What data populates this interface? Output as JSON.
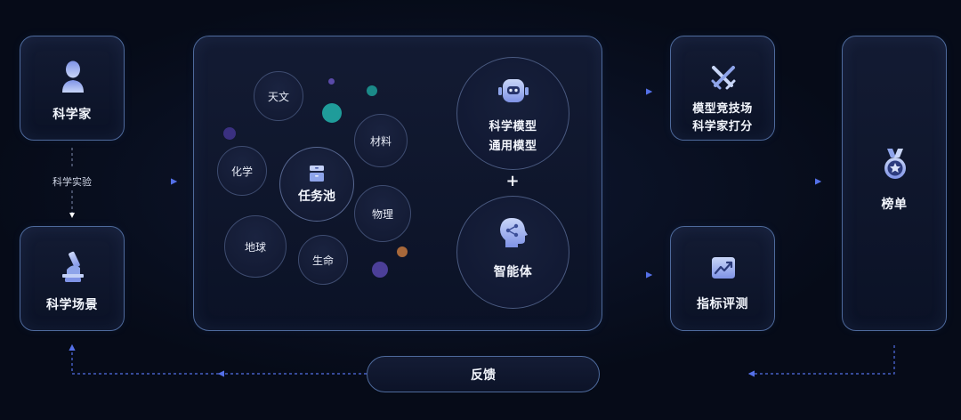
{
  "nodes": {
    "scientist": "科学家",
    "experiment": "科学实验",
    "scene": "科学场景",
    "task_pool": "任务池",
    "domains": [
      "天文",
      "材料",
      "化学",
      "物理",
      "地球",
      "生命"
    ],
    "model_line1": "科学模型",
    "model_line2": "通用模型",
    "plus": "+",
    "agent": "智能体",
    "arena_line1": "模型竞技场",
    "arena_line2": "科学家打分",
    "metric_eval": "指标评测",
    "leaderboard": "榜单",
    "feedback": "反馈"
  },
  "colors": {
    "accent_blue": "#5470e8",
    "icon_light": "#bfcdf6",
    "icon_mid": "#8aa1ea",
    "teal": "#1f9c9a",
    "purple": "#4c3f98",
    "orange": "#a8683a",
    "border": "#4e6a9c"
  },
  "icons": [
    "person-icon",
    "microscope-icon",
    "drawer-icon",
    "robot-icon",
    "brain-icon",
    "crossed-swords-icon",
    "chart-up-icon",
    "medal-icon",
    "arrow-right-icon",
    "arrow-down-icon"
  ]
}
